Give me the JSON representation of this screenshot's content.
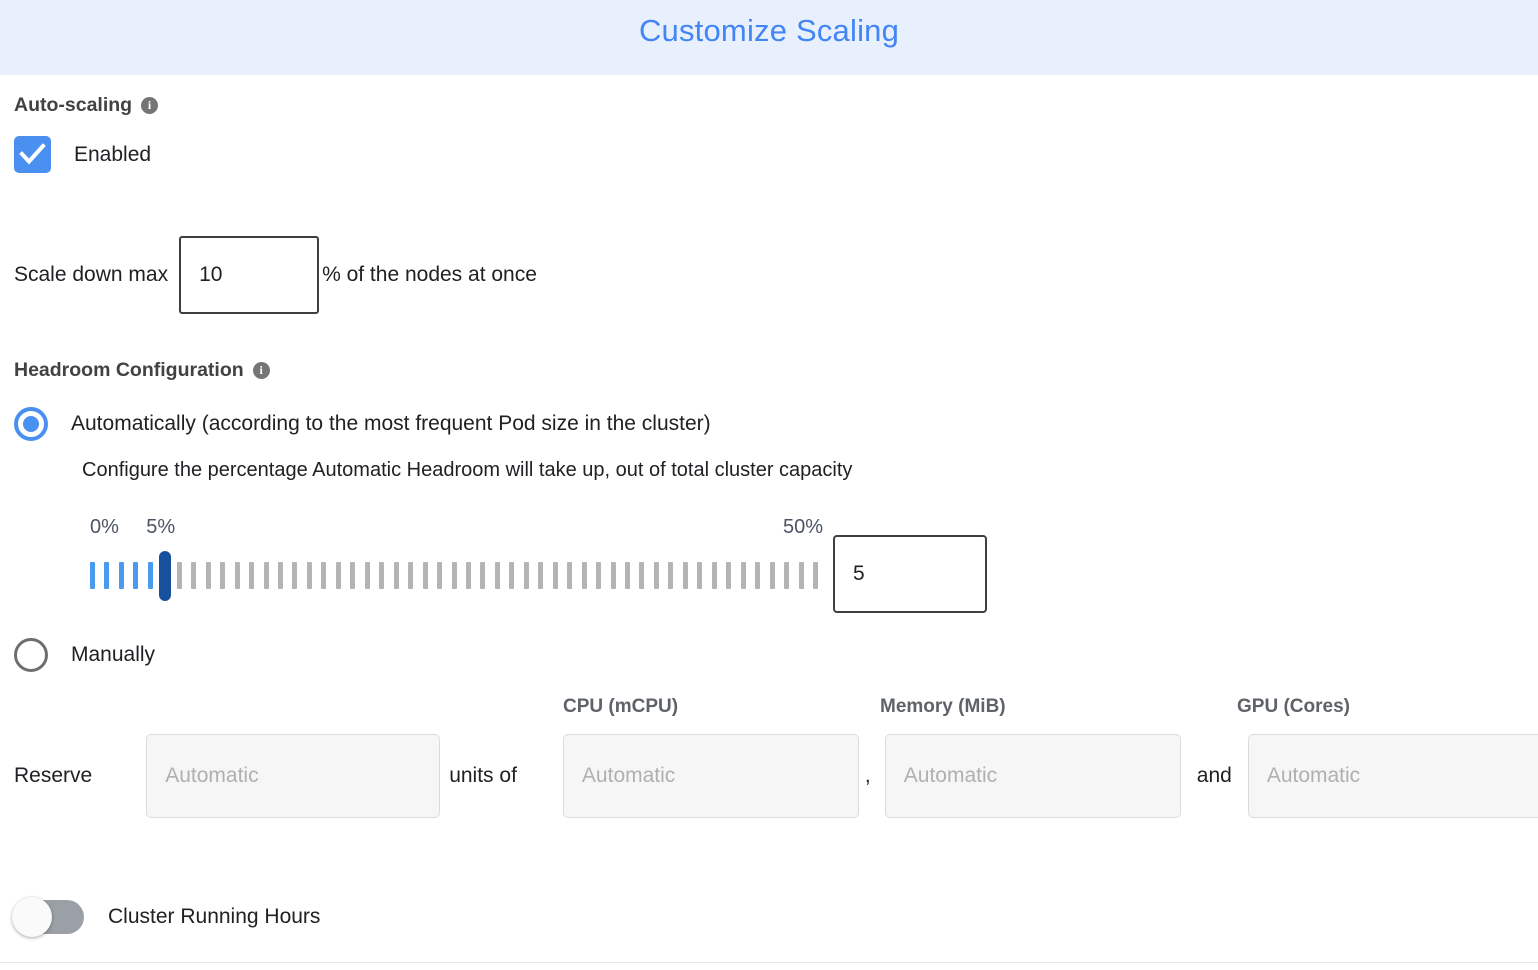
{
  "header": {
    "title": "Customize Scaling",
    "bg_color": "#e9f0fd",
    "title_color": "#4285f4"
  },
  "auto_scaling": {
    "section_label": "Auto-scaling",
    "info_glyph": "i",
    "checkbox_label": "Enabled",
    "checkbox_checked": true,
    "checkbox_color": "#4a90f0",
    "scale_down": {
      "prefix_label": "Scale down max",
      "value": "10",
      "suffix_label": "% of the nodes at once"
    }
  },
  "headroom": {
    "section_label": "Headroom Configuration",
    "info_glyph": "i",
    "options": [
      {
        "id": "automatic",
        "label": "Automatically (according to the most frequent Pod size in the cluster)",
        "selected": true,
        "description": "Configure the percentage Automatic Headroom will take up, out of total cluster capacity"
      },
      {
        "id": "manual",
        "label": "Manually",
        "selected": false
      }
    ],
    "slider": {
      "min_label": "0%",
      "max_label": "50%",
      "current_label": "5%",
      "min": 0,
      "max": 50,
      "value": 5,
      "value_text": "5",
      "tick_count": 51,
      "active_color": "#4a9bf0",
      "inactive_color": "#b4b4b4",
      "thumb_color": "#17519e",
      "label_color": "#4b5565"
    },
    "manual_reserve": {
      "reserve_label": "Reserve",
      "units_of_label": "units of",
      "comma_label": ",",
      "and_label": "and",
      "columns": [
        {
          "header": "",
          "placeholder": "Automatic"
        },
        {
          "header": "CPU (mCPU)",
          "placeholder": "Automatic"
        },
        {
          "header": "Memory (MiB)",
          "placeholder": "Automatic"
        },
        {
          "header": "GPU (Cores)",
          "placeholder": "Automatic"
        }
      ]
    }
  },
  "cluster_running_hours": {
    "label": "Cluster Running Hours",
    "enabled": false,
    "track_color": "#9aa0a6"
  }
}
